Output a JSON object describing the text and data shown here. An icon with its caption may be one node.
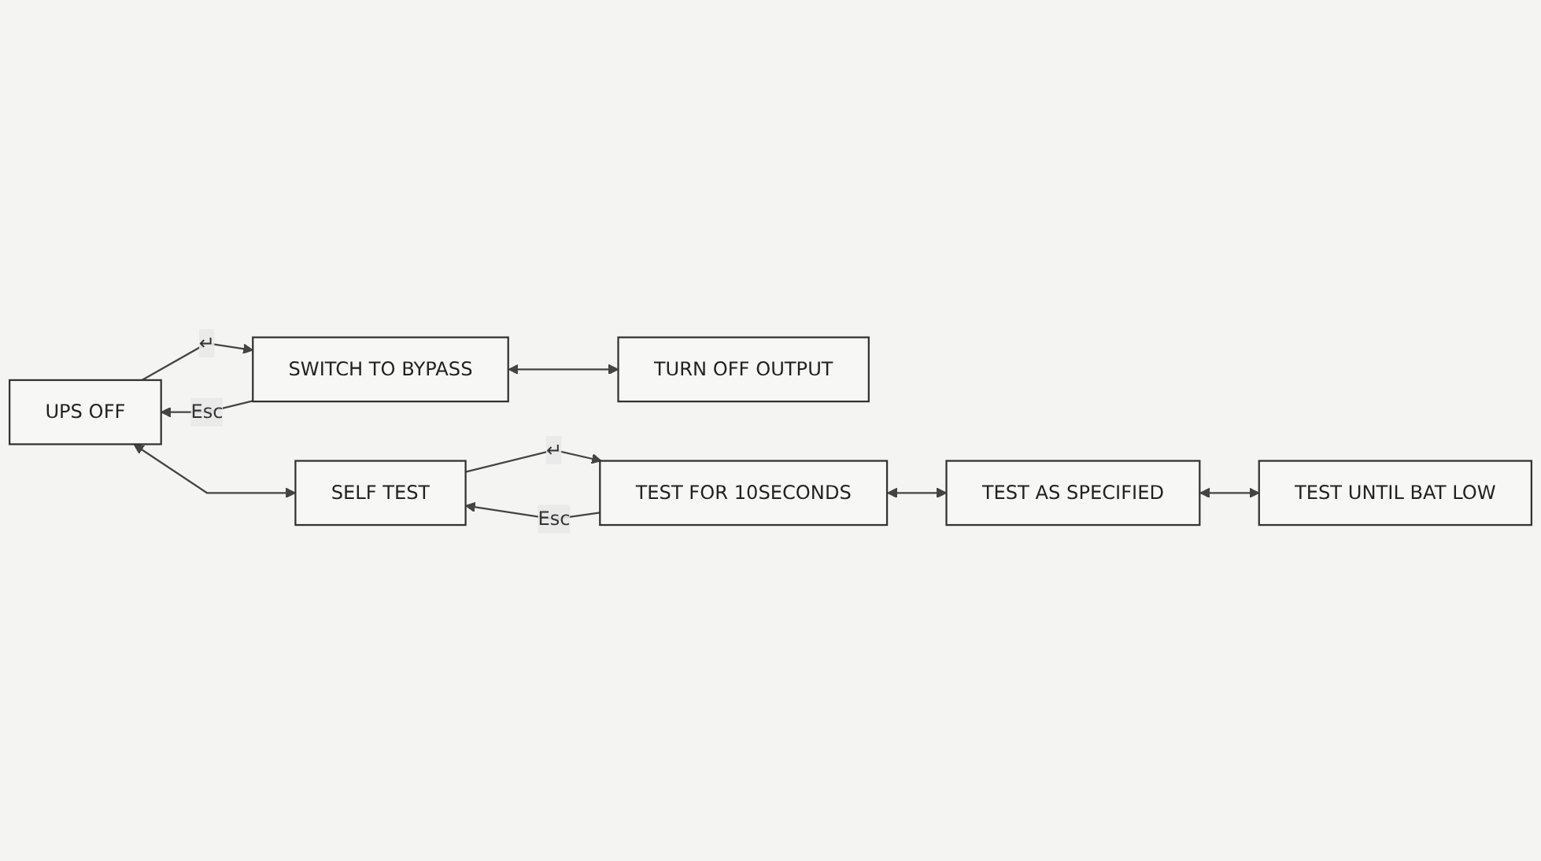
{
  "diagram": {
    "nodes": [
      {
        "text": [
          "UPS OFF"
        ]
      },
      {
        "text": [
          "SWITCH TO BYPASS"
        ]
      },
      {
        "text": [
          "TURN OFF OUTPUT"
        ]
      },
      {
        "text": [
          "SELF TEST"
        ]
      },
      {
        "text": [
          "TEST FOR 10SECONDS"
        ]
      },
      {
        "text": [
          "TEST AS SPECIFIED"
        ]
      },
      {
        "text": [
          "TEST UNTIL BAT LOW"
        ]
      }
    ],
    "edges": [
      {
        "from": 0,
        "to": 1,
        "arrow": "to",
        "label": "↵"
      },
      {
        "from": 1,
        "to": 0,
        "arrow": "to",
        "label": "Esc"
      },
      {
        "from": 1,
        "to": 2,
        "arrow": "both"
      },
      {
        "from": 0,
        "to": 3,
        "arrow": "both"
      },
      {
        "from": 3,
        "to": 4,
        "arrow": "to",
        "label": "↵"
      },
      {
        "from": 4,
        "to": 3,
        "arrow": "to",
        "label": "Esc"
      },
      {
        "from": 4,
        "to": 5,
        "arrow": "both"
      },
      {
        "from": 5,
        "to": 6,
        "arrow": "both"
      }
    ]
  }
}
